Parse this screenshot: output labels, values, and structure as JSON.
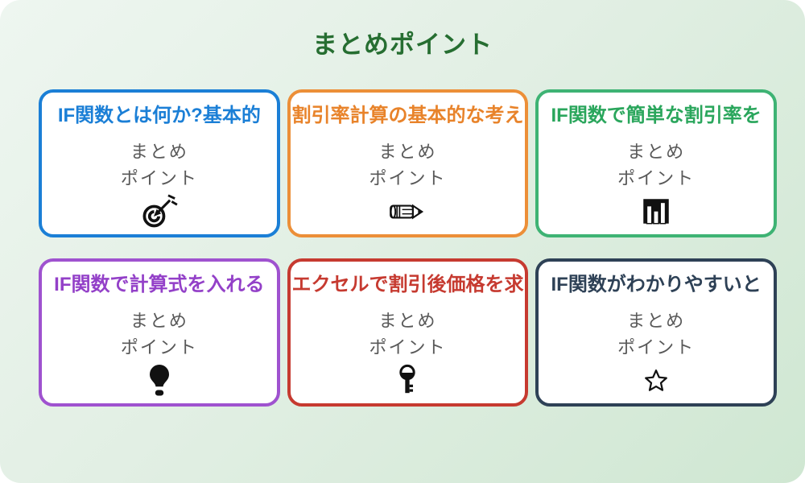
{
  "page": {
    "title": "まとめポイント"
  },
  "colors": {
    "title": "#266e31",
    "background_gradient_start": "#eef6f0",
    "background_gradient_mid": "#e2efe4",
    "background_gradient_end": "#cfe7d2",
    "card_background": "#ffffff",
    "sub_text": "#595959",
    "icon_ink": "#111111"
  },
  "shared": {
    "line1": "まとめ",
    "line2": "ポイント"
  },
  "cards": [
    {
      "heading": "IF関数とは何か?基本的",
      "icon": "dart-target-icon",
      "border_color": "#1b7fd6",
      "heading_color": "#1b7fd6"
    },
    {
      "heading": "割引率計算の基本的な考え",
      "icon": "pencil-icon",
      "border_color": "#ec8f38",
      "heading_color": "#e8832a"
    },
    {
      "heading": "IF関数で簡単な割引率を",
      "icon": "bar-chart-icon",
      "border_color": "#3eb374",
      "heading_color": "#2aa65c"
    },
    {
      "heading": "IF関数で計算式を入れる",
      "icon": "lightbulb-icon",
      "border_color": "#9f52cf",
      "heading_color": "#9340c8"
    },
    {
      "heading": "エクセルで割引後価格を求",
      "icon": "key-icon",
      "border_color": "#c63a30",
      "heading_color": "#c63a30"
    },
    {
      "heading": "IF関数がわかりやすいと",
      "icon": "star-icon",
      "border_color": "#2e4156",
      "heading_color": "#2e4156"
    }
  ]
}
